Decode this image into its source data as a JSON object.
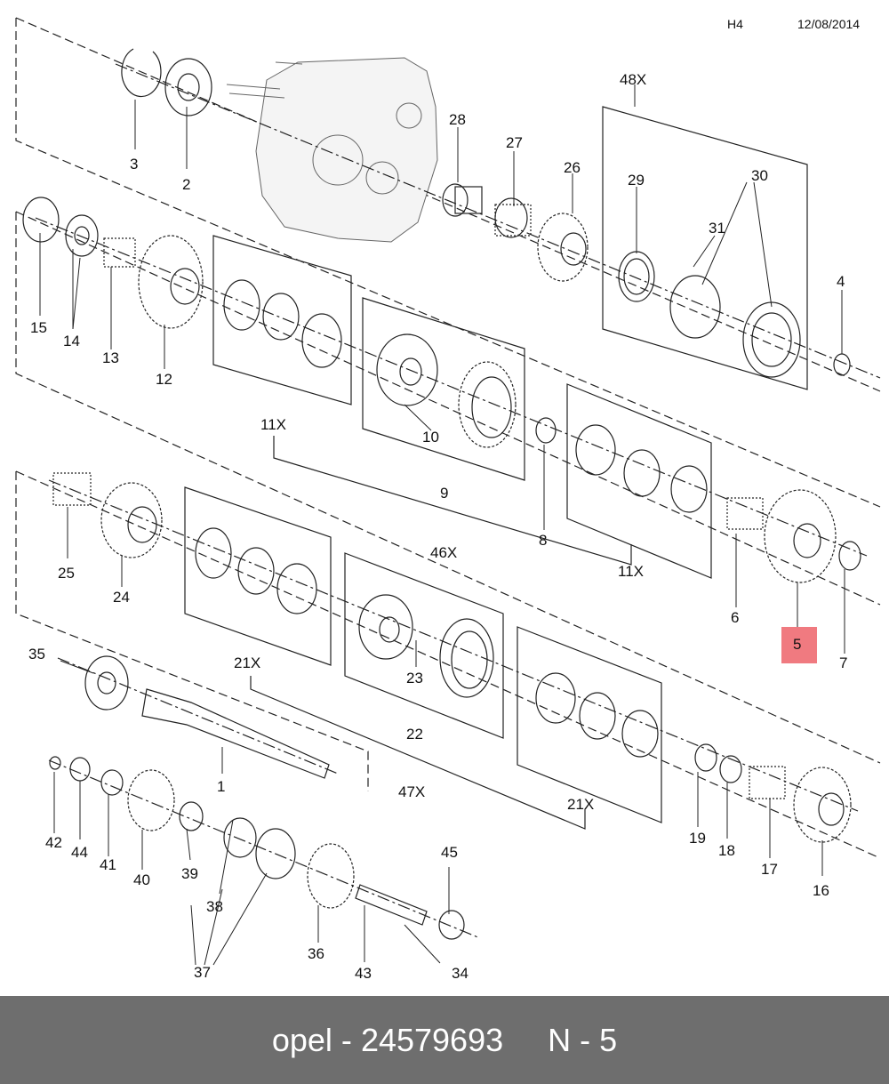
{
  "header": {
    "code": "H4",
    "date": "12/08/2014"
  },
  "highlight_color": "#f07a80",
  "parts": [
    {
      "label": "1"
    },
    {
      "label": "2"
    },
    {
      "label": "3"
    },
    {
      "label": "4"
    },
    {
      "label": "5",
      "highlighted": true
    },
    {
      "label": "6"
    },
    {
      "label": "7"
    },
    {
      "label": "8"
    },
    {
      "label": "9"
    },
    {
      "label": "10"
    },
    {
      "label": "12"
    },
    {
      "label": "13"
    },
    {
      "label": "14"
    },
    {
      "label": "15"
    },
    {
      "label": "16"
    },
    {
      "label": "17"
    },
    {
      "label": "18"
    },
    {
      "label": "19"
    },
    {
      "label": "22"
    },
    {
      "label": "23"
    },
    {
      "label": "24"
    },
    {
      "label": "25"
    },
    {
      "label": "26"
    },
    {
      "label": "27"
    },
    {
      "label": "28"
    },
    {
      "label": "29"
    },
    {
      "label": "30"
    },
    {
      "label": "31"
    },
    {
      "label": "34"
    },
    {
      "label": "35"
    },
    {
      "label": "36"
    },
    {
      "label": "37"
    },
    {
      "label": "38"
    },
    {
      "label": "39"
    },
    {
      "label": "40"
    },
    {
      "label": "41"
    },
    {
      "label": "42"
    },
    {
      "label": "43"
    },
    {
      "label": "44"
    },
    {
      "label": "45"
    }
  ],
  "groups": [
    {
      "label": "48X"
    },
    {
      "label": "11X"
    },
    {
      "label": "46X"
    },
    {
      "label": "11X"
    },
    {
      "label": "21X"
    },
    {
      "label": "47X"
    },
    {
      "label": "21X"
    }
  ],
  "footer": {
    "brand": "opel",
    "separator": "-",
    "part_number": "24579693",
    "ref": "N - 5"
  }
}
